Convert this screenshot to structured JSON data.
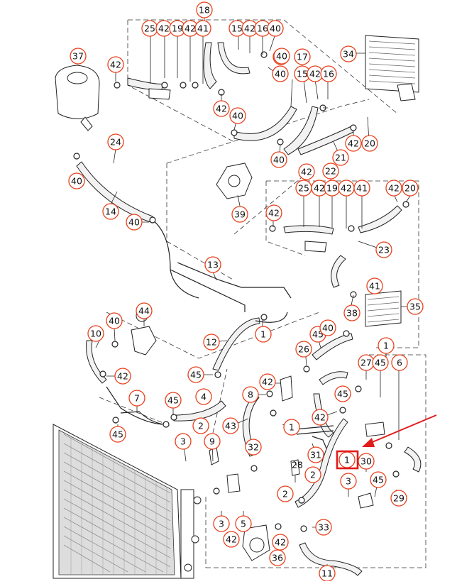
{
  "diagram": {
    "highlight": {
      "label": "28",
      "color": "#e21b1b"
    },
    "accent_color": "#e8401c",
    "callouts": [
      "18",
      "25",
      "42",
      "19",
      "42",
      "41",
      "15",
      "42",
      "16",
      "40",
      "37",
      "42",
      "40",
      "17",
      "40",
      "15",
      "42",
      "16",
      "34",
      "40",
      "42",
      "40",
      "24",
      "42",
      "20",
      "21",
      "40",
      "40",
      "42",
      "22",
      "25",
      "42",
      "19",
      "42",
      "41",
      "42",
      "20",
      "39",
      "14",
      "40",
      "42",
      "23",
      "13",
      "41",
      "35",
      "38",
      "44",
      "40",
      "10",
      "42",
      "12",
      "1",
      "45",
      "45",
      "40",
      "26",
      "1",
      "27",
      "45",
      "6",
      "42",
      "45",
      "8",
      "42",
      "7",
      "45",
      "4",
      "43",
      "1",
      "2",
      "3",
      "9",
      "45",
      "32",
      "31",
      "28",
      "1",
      "30",
      "2",
      "3",
      "45",
      "29",
      "2",
      "3",
      "5",
      "42",
      "42",
      "33",
      "36",
      "11"
    ]
  }
}
